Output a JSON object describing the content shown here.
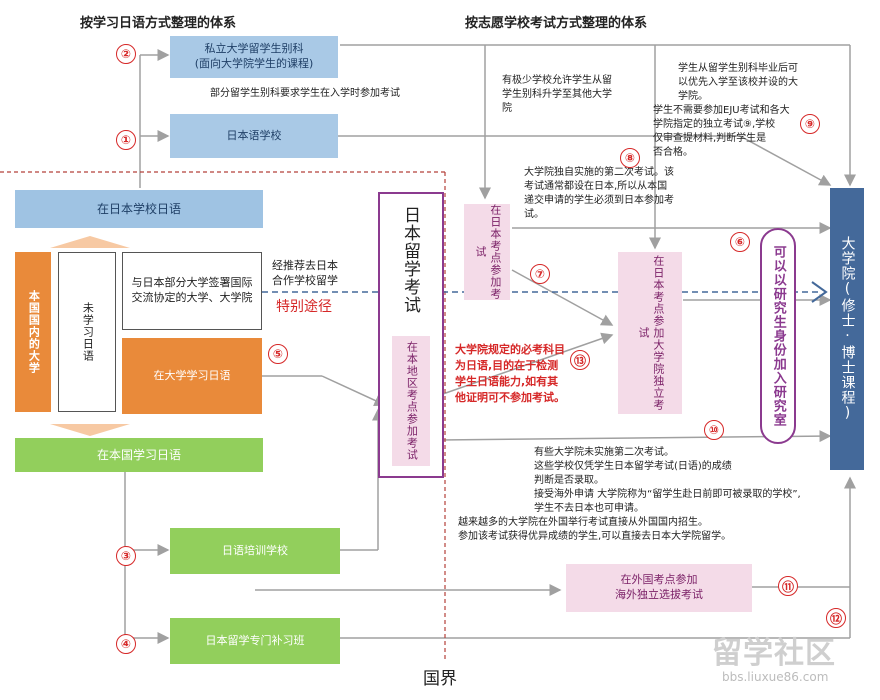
{
  "headings": {
    "left": "按学习日语方式整理的体系",
    "right": "按志愿学校考试方式整理的体系"
  },
  "boxes": {
    "private_university": "私立大学留学生别科\n(面向大学院学生的课程)",
    "japanese_school": "日本语学校",
    "study_in_japan_school": "在日本学校日语",
    "home_university": "本国国内的大学",
    "not_studied": "未学习日语",
    "agreement_universities": "与日本部分大学签署国际交流协定的大学、大学院",
    "study_at_university": "在大学学习日语",
    "study_at_home": "在本国学习日语",
    "training_school": "日语培训学校",
    "prep_class": "日本留学专门补习班",
    "eju": "日本留学考试",
    "eju_local": "在本地区考点参加考试",
    "exam_in_japan": "在日本考点参加考试",
    "grad_exam_in_japan": "在日本考点参加大学院独立考试",
    "research_student": "可以以研究生身份加入研究室",
    "overseas_exam": "在外国考点参加\n海外独立选拔考试",
    "graduate_school": "大学院(修士·博士课程)"
  },
  "labels": {
    "some_require_exam": "部分留学生别科要求学生在入学时参加考试",
    "recommend": "经推荐去日本\n合作学校留学",
    "special_route": "特别途径",
    "border": "国界",
    "eju_note_red": "大学院规定的必考科目为日语,目的在于检测学生日语能力,如有其他证明可不参加考试。"
  },
  "notes": {
    "n1": "有极少学校允许学生从留\n学生别科升学至其他大学\n院",
    "n2": "学生从留学生别科毕业后可\n以优先入学至该校并设的大\n学院。",
    "n3": "学生不需要参加EJU考试和各大\n学院指定的独立考试⑨,学校\n仅审查提材料,判断学生是\n否合格。",
    "n4": "大学院独自实施的第二次考试。该\n考试通常都设在日本,所以从本国\n递交申请的学生必须到日本参加考\n试。",
    "n5": "有些大学院未实施第二次考试。\n这些学校仅凭学生日本留学考试(日语)的成绩\n判断是否录取。\n接受海外申请 大学院称为“留学生赴日前即可被录取的学校”,\n学生不去日本也可申请。",
    "n6": "越来越多的大学院在外国举行考试直接从外国国内招生。\n参加该考试获得优异成绩的学生,可以直接去日本大学院留学。"
  },
  "circles": [
    "②",
    "①",
    "⑧",
    "⑨",
    "⑥",
    "⑦",
    "⑤",
    "⑬",
    "⑩",
    "③",
    "④",
    "⑪",
    "⑫"
  ],
  "watermark": {
    "main": "留学社区",
    "url": "bbs.liuxue86.com"
  },
  "colors": {
    "blue": "#a9c9e6",
    "green": "#92cf5c",
    "orange": "#e98a3a",
    "purple": "#8b3a8f",
    "navy": "#44699a",
    "red": "#d62828"
  }
}
